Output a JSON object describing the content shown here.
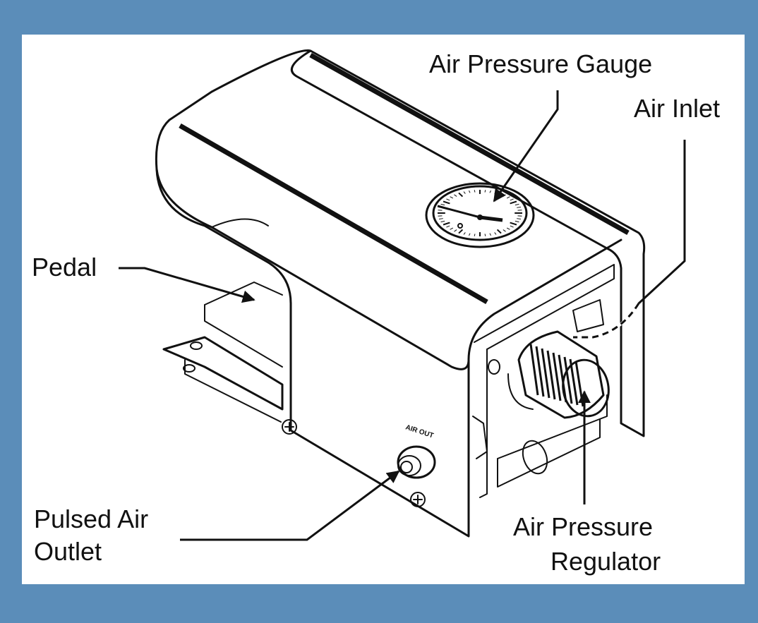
{
  "colors": {
    "frame": "#5b8db9",
    "panel": "#ffffff",
    "ink": "#111111"
  },
  "labels": {
    "air_pressure_gauge": "Air Pressure Gauge",
    "air_inlet": "Air Inlet",
    "pedal": "Pedal",
    "pulsed_air_outlet_line1": "Pulsed Air",
    "pulsed_air_outlet_line2": "Outlet",
    "air_pressure_regulator_line1": "Air Pressure",
    "air_pressure_regulator_line2": "Regulator"
  },
  "device_marking": "AIR OUT"
}
